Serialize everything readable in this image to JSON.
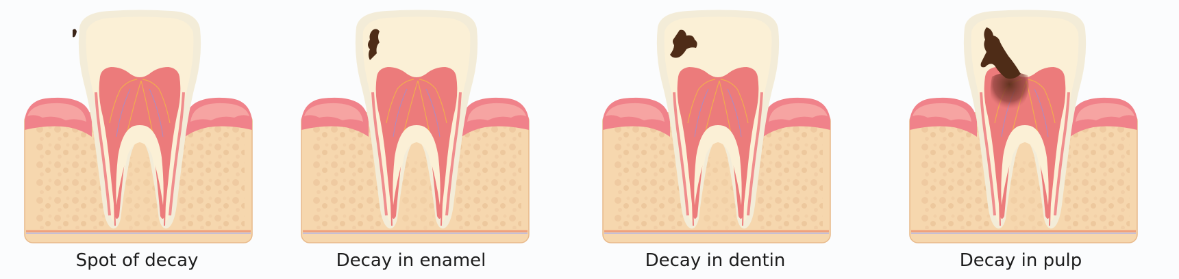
{
  "panels": [
    {
      "caption": "Spot of decay",
      "decay_stage": "spot"
    },
    {
      "caption": "Decay in enamel",
      "decay_stage": "enamel"
    },
    {
      "caption": "Decay in dentin",
      "decay_stage": "dentin"
    },
    {
      "caption": "Decay in pulp",
      "decay_stage": "pulp"
    }
  ],
  "colors": {
    "background": "#fbfcfd",
    "bone": "#f6d7ae",
    "bone_spots": "#e8c096",
    "gum": "#f0828a",
    "gum_light": "#f7b1ad",
    "enamel": "#f6f0de",
    "dentin": "#fdf0d4",
    "pulp": "#ec7b7b",
    "decay": "#4e2c17"
  }
}
